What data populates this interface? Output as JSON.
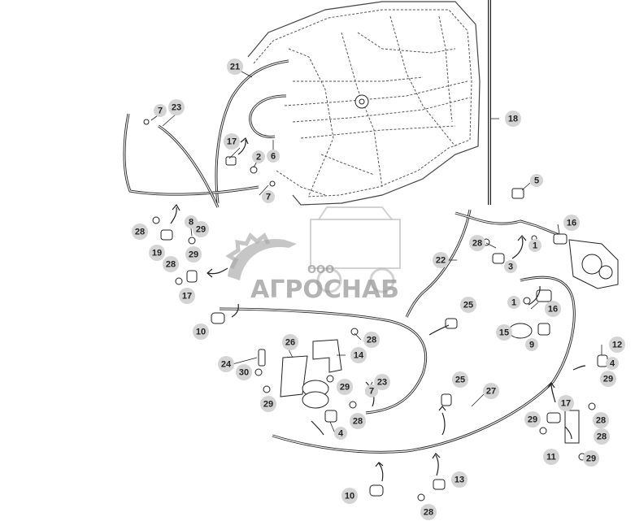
{
  "watermark": {
    "company_form": "ООО",
    "brand": "АГРОСНАБ"
  },
  "callouts": [
    {
      "id": "c21",
      "label": "21"
    },
    {
      "id": "c7a",
      "label": "7"
    },
    {
      "id": "c23a",
      "label": "23"
    },
    {
      "id": "c18",
      "label": "18"
    },
    {
      "id": "c17a",
      "label": "17"
    },
    {
      "id": "c2",
      "label": "2"
    },
    {
      "id": "c6",
      "label": "6"
    },
    {
      "id": "c7b",
      "label": "7"
    },
    {
      "id": "c5",
      "label": "5"
    },
    {
      "id": "c8",
      "label": "8"
    },
    {
      "id": "c29a",
      "label": "29"
    },
    {
      "id": "c28a",
      "label": "28"
    },
    {
      "id": "c19",
      "label": "19"
    },
    {
      "id": "c28b",
      "label": "28"
    },
    {
      "id": "c29b",
      "label": "29"
    },
    {
      "id": "c17b",
      "label": "17"
    },
    {
      "id": "c16a",
      "label": "16"
    },
    {
      "id": "c28c",
      "label": "28"
    },
    {
      "id": "c1a",
      "label": "1"
    },
    {
      "id": "c3",
      "label": "3"
    },
    {
      "id": "c22",
      "label": "22"
    },
    {
      "id": "c1b",
      "label": "1"
    },
    {
      "id": "c16b",
      "label": "16"
    },
    {
      "id": "c25a",
      "label": "25"
    },
    {
      "id": "c15",
      "label": "15"
    },
    {
      "id": "c9",
      "label": "9"
    },
    {
      "id": "c10a",
      "label": "10"
    },
    {
      "id": "c26",
      "label": "26"
    },
    {
      "id": "c28d",
      "label": "28"
    },
    {
      "id": "c14",
      "label": "14"
    },
    {
      "id": "c12",
      "label": "12"
    },
    {
      "id": "c24",
      "label": "24"
    },
    {
      "id": "c30",
      "label": "30"
    },
    {
      "id": "c4a",
      "label": "4"
    },
    {
      "id": "c29c",
      "label": "29"
    },
    {
      "id": "c23b",
      "label": "23"
    },
    {
      "id": "c29d",
      "label": "29"
    },
    {
      "id": "c7c",
      "label": "7"
    },
    {
      "id": "c25b",
      "label": "25"
    },
    {
      "id": "c27",
      "label": "27"
    },
    {
      "id": "c29e",
      "label": "29"
    },
    {
      "id": "c28e",
      "label": "28"
    },
    {
      "id": "c17c",
      "label": "17"
    },
    {
      "id": "c4b",
      "label": "4"
    },
    {
      "id": "c29f",
      "label": "29"
    },
    {
      "id": "c28f",
      "label": "28"
    },
    {
      "id": "c28g",
      "label": "28"
    },
    {
      "id": "c11",
      "label": "11"
    },
    {
      "id": "c29g",
      "label": "29"
    },
    {
      "id": "c13",
      "label": "13"
    },
    {
      "id": "c10b",
      "label": "10"
    },
    {
      "id": "c28h",
      "label": "28"
    }
  ]
}
